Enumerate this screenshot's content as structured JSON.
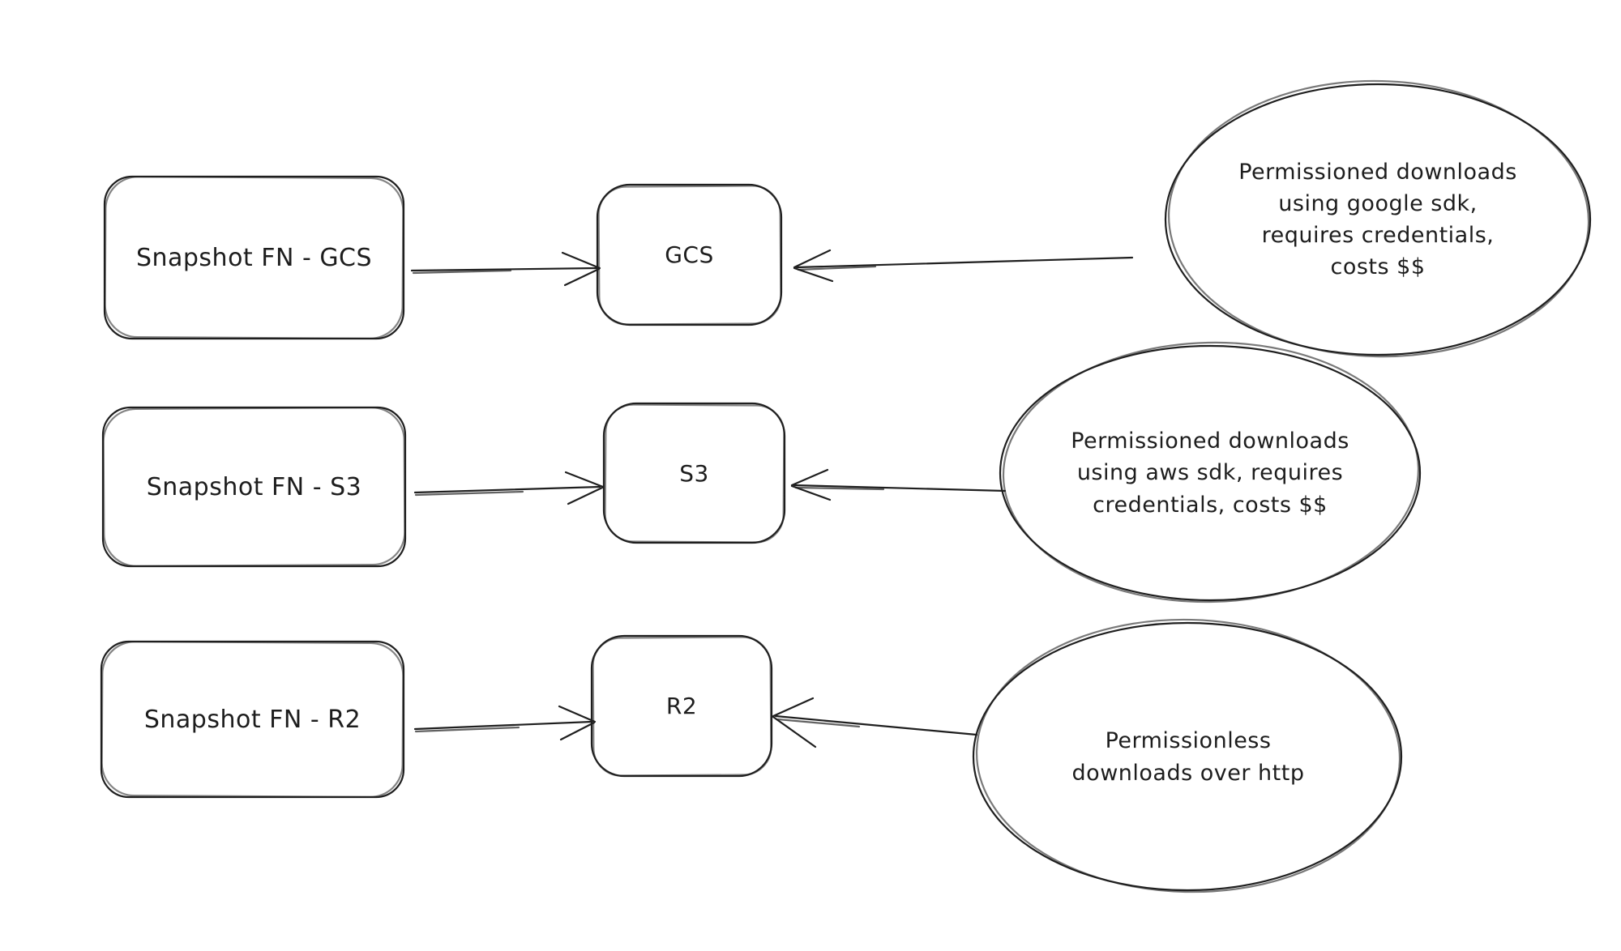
{
  "diagram": {
    "background_color": "#ffffff",
    "stroke_color": "#1f1f1f",
    "style": "hand-drawn",
    "rows": [
      {
        "id": "gcs",
        "source_label": "Snapshot FN - GCS",
        "target_label": "GCS",
        "note": "Permissioned downloads\nusing google sdk,\nrequires credentials,\ncosts $$"
      },
      {
        "id": "s3",
        "source_label": "Snapshot FN - S3",
        "target_label": "S3",
        "note": "Permissioned downloads\nusing aws sdk, requires\ncredentials, costs $$"
      },
      {
        "id": "r2",
        "source_label": "Snapshot FN - R2",
        "target_label": "R2",
        "note": "Permissionless\ndownloads over http"
      }
    ]
  }
}
